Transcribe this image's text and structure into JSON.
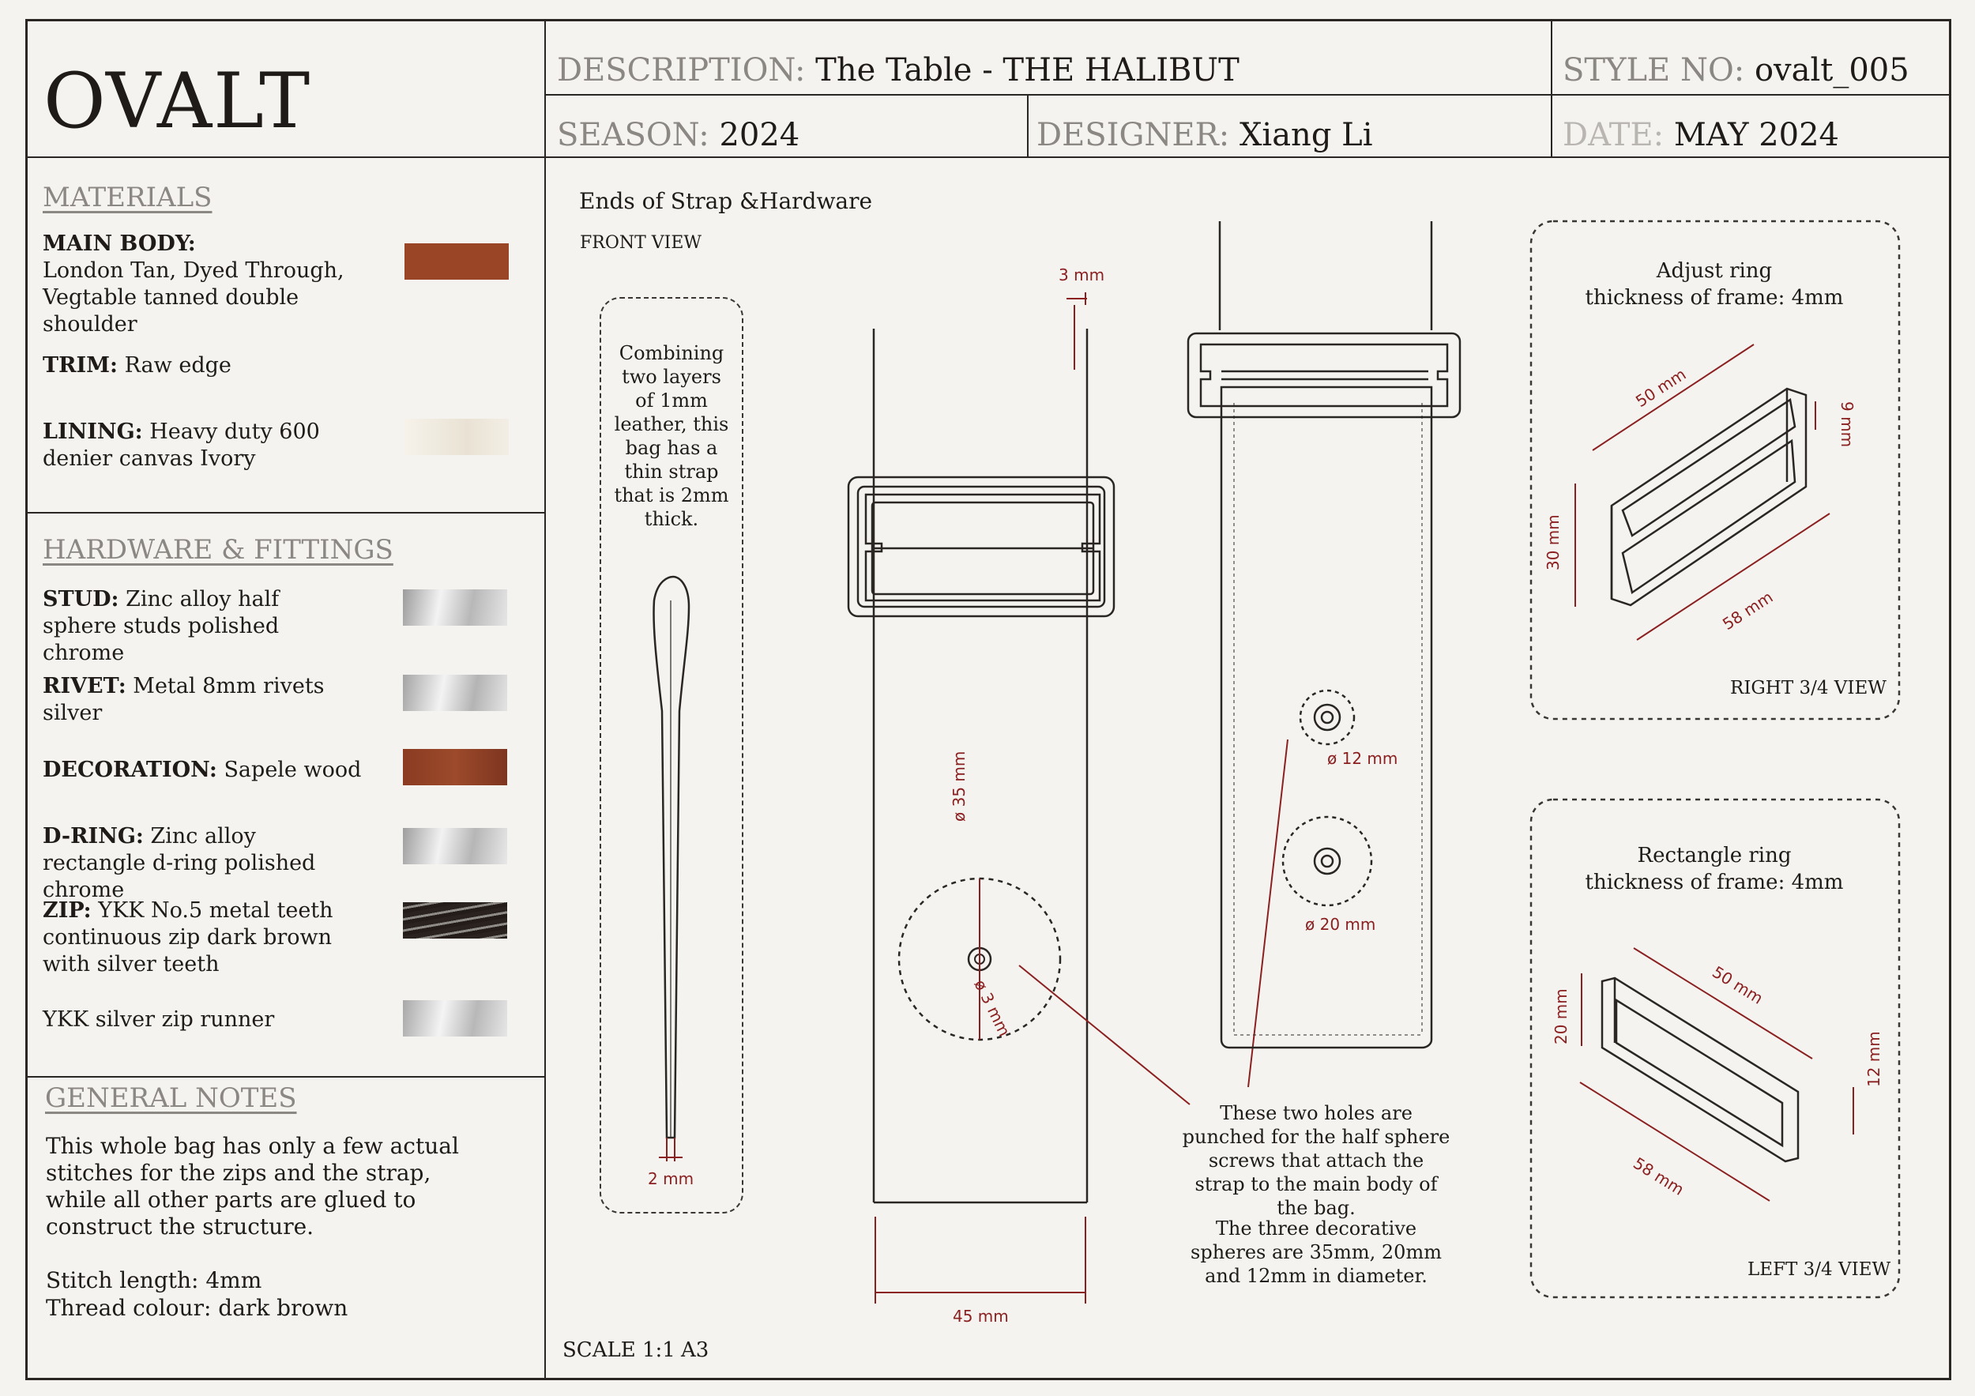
{
  "header": {
    "brand": "OVALT",
    "description_label": "DESCRIPTION:",
    "description_value": "The Table - THE HALIBUT",
    "style_label": "STYLE NO:",
    "style_value": "ovalt_005",
    "season_label": "SEASON:",
    "season_value": "2024",
    "designer_label": "DESIGNER:",
    "designer_value": "Xiang Li",
    "date_label": "DATE:",
    "date_value": "MAY 2024"
  },
  "materials": {
    "title": "MATERIALS",
    "items": [
      {
        "label": "MAIN BODY:",
        "text": "London Tan, Dyed Through, Vegtable tanned double shoulder",
        "swatch": "#9a4526"
      },
      {
        "label": "TRIM:",
        "text": "Raw edge"
      },
      {
        "label": "LINING:",
        "text": "Heavy duty 600 denier canvas Ivory",
        "swatch": "#eee8dc"
      }
    ]
  },
  "hardware": {
    "title": "HARDWARE & FITTINGS",
    "items": [
      {
        "label": "STUD:",
        "text": "Zinc alloy half sphere studs polished chrome",
        "swatch": "chrome"
      },
      {
        "label": "RIVET:",
        "text": "Metal 8mm rivets silver",
        "swatch": "chrome"
      },
      {
        "label": "DECORATION:",
        "text": "Sapele wood",
        "swatch": "#8a3b22"
      },
      {
        "label": "D-RING:",
        "text": "Zinc alloy rectangle d-ring polished chrome",
        "swatch": "chrome"
      },
      {
        "label": "ZIP:",
        "text": "YKK No.5 metal teeth continuous zip dark brown with silver teeth",
        "swatch": "zip"
      },
      {
        "label": "",
        "text": "YKK silver zip runner",
        "swatch": "chrome"
      }
    ]
  },
  "notes": {
    "title": "GENERAL NOTES",
    "body": "This whole bag has only a few actual stitches for the zips and the strap, while all other parts are glued to construct the structure.",
    "stitch": "Stitch length: 4mm",
    "thread": "Thread colour: dark brown"
  },
  "drawing": {
    "title": "Ends of Strap &Hardware",
    "front_view": "FRONT VIEW",
    "side_note": "Combining two layers of 1mm leather, this bag has a thin strap that is 2mm thick.",
    "dim_2mm": "2 mm",
    "dim_3mm_top": "3 mm",
    "dim_35mm": "ø 35 mm",
    "dim_3mm_hole": "ø 3 mm",
    "dim_45mm": "45 mm",
    "dim_12mm": "ø 12 mm",
    "dim_20mm": "ø 20 mm",
    "callout_1": "These two holes are punched for the half sphere screws that attach the strap to the main body of the bag.",
    "callout_2": "The three decorative spheres are 35mm, 20mm and 12mm in diameter.",
    "scale": "SCALE 1:1",
    "paper": "A3"
  },
  "adjust_ring": {
    "title_1": "Adjust ring",
    "title_2": "thickness of frame: 4mm",
    "view": "RIGHT 3/4 VIEW",
    "d50": "50 mm",
    "d9": "9 mm",
    "d30": "30 mm",
    "d58": "58 mm"
  },
  "rect_ring": {
    "title_1": "Rectangle ring",
    "title_2": "thickness of frame: 4mm",
    "view": "LEFT 3/4 VIEW",
    "d50": "50 mm",
    "d20": "20 mm",
    "d12": "12 mm",
    "d58": "58 mm"
  }
}
